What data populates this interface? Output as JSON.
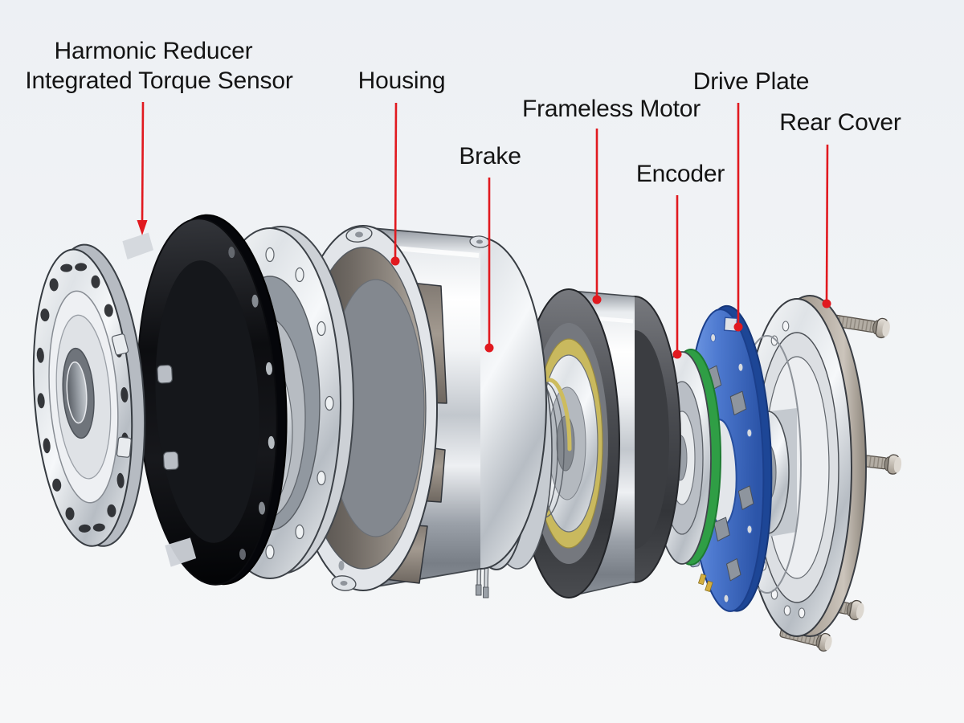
{
  "diagram": {
    "type": "exploded-view",
    "subject": "robot joint actuator assembly",
    "background_color": "#eef1f4",
    "leader_line_color": "#e1191f",
    "label_text_color": "#141414"
  },
  "labels": {
    "harmonic_line1": "Harmonic Reducer",
    "harmonic_line2": "Integrated Torque Sensor",
    "housing": "Housing",
    "brake": "Brake",
    "frameless_motor": "Frameless Motor",
    "encoder": "Encoder",
    "drive_plate": "Drive Plate",
    "rear_cover": "Rear Cover"
  },
  "parts": [
    {
      "id": "harmonic-reducer-torque-sensor",
      "label": "Harmonic Reducer Integrated Torque Sensor",
      "pointer": "arrow",
      "accent_color": "#17181c"
    },
    {
      "id": "housing",
      "label": "Housing",
      "pointer": "dot"
    },
    {
      "id": "brake",
      "label": "Brake",
      "pointer": "dot",
      "detail": "two lead wires hanging below"
    },
    {
      "id": "frameless-motor",
      "label": "Frameless Motor",
      "pointer": "dot",
      "accent_color": "#cdbc5e"
    },
    {
      "id": "encoder",
      "label": "Encoder",
      "pointer": "dot",
      "accent_color": "#35ad4e"
    },
    {
      "id": "drive-plate",
      "label": "Drive Plate",
      "pointer": "dot",
      "accent_color": "#4b78cc"
    },
    {
      "id": "rear-cover",
      "label": "Rear Cover",
      "pointer": "dot",
      "screw_count": 4
    }
  ],
  "colors": {
    "leader_red": "#e1191f",
    "metal_light": "#eef0f3",
    "metal_mid": "#b7bdc4",
    "metal_dark": "#4a4c51",
    "sensor_black": "#0c0d10",
    "drive_plate_blue": "#4e7ad0",
    "encoder_green": "#35ad4e",
    "winding_yellow": "#cdbc5e",
    "cover_band_warm": "#a69d92"
  }
}
